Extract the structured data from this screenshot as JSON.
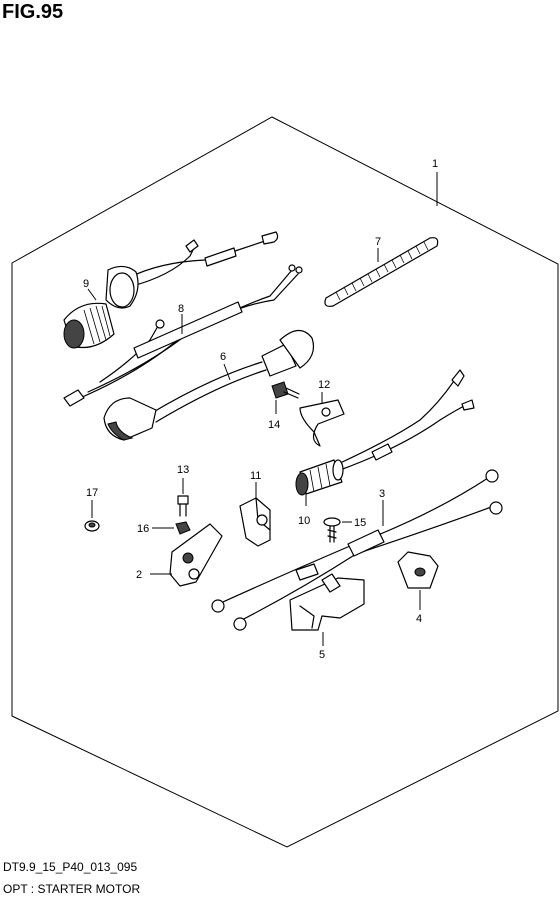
{
  "figure": {
    "title": "FIG.95"
  },
  "footer": {
    "code": "DT9.9_15_P40_013_095",
    "description": "OPT : STARTER MOTOR"
  },
  "callouts": {
    "p1": "1",
    "p2": "2",
    "p3": "3",
    "p4": "4",
    "p5": "5",
    "p6": "6",
    "p7": "7",
    "p8": "8",
    "p9": "9",
    "p10": "10",
    "p11": "11",
    "p12": "12",
    "p13": "13",
    "p14": "14",
    "p15": "15",
    "p16": "16",
    "p17": "17"
  }
}
